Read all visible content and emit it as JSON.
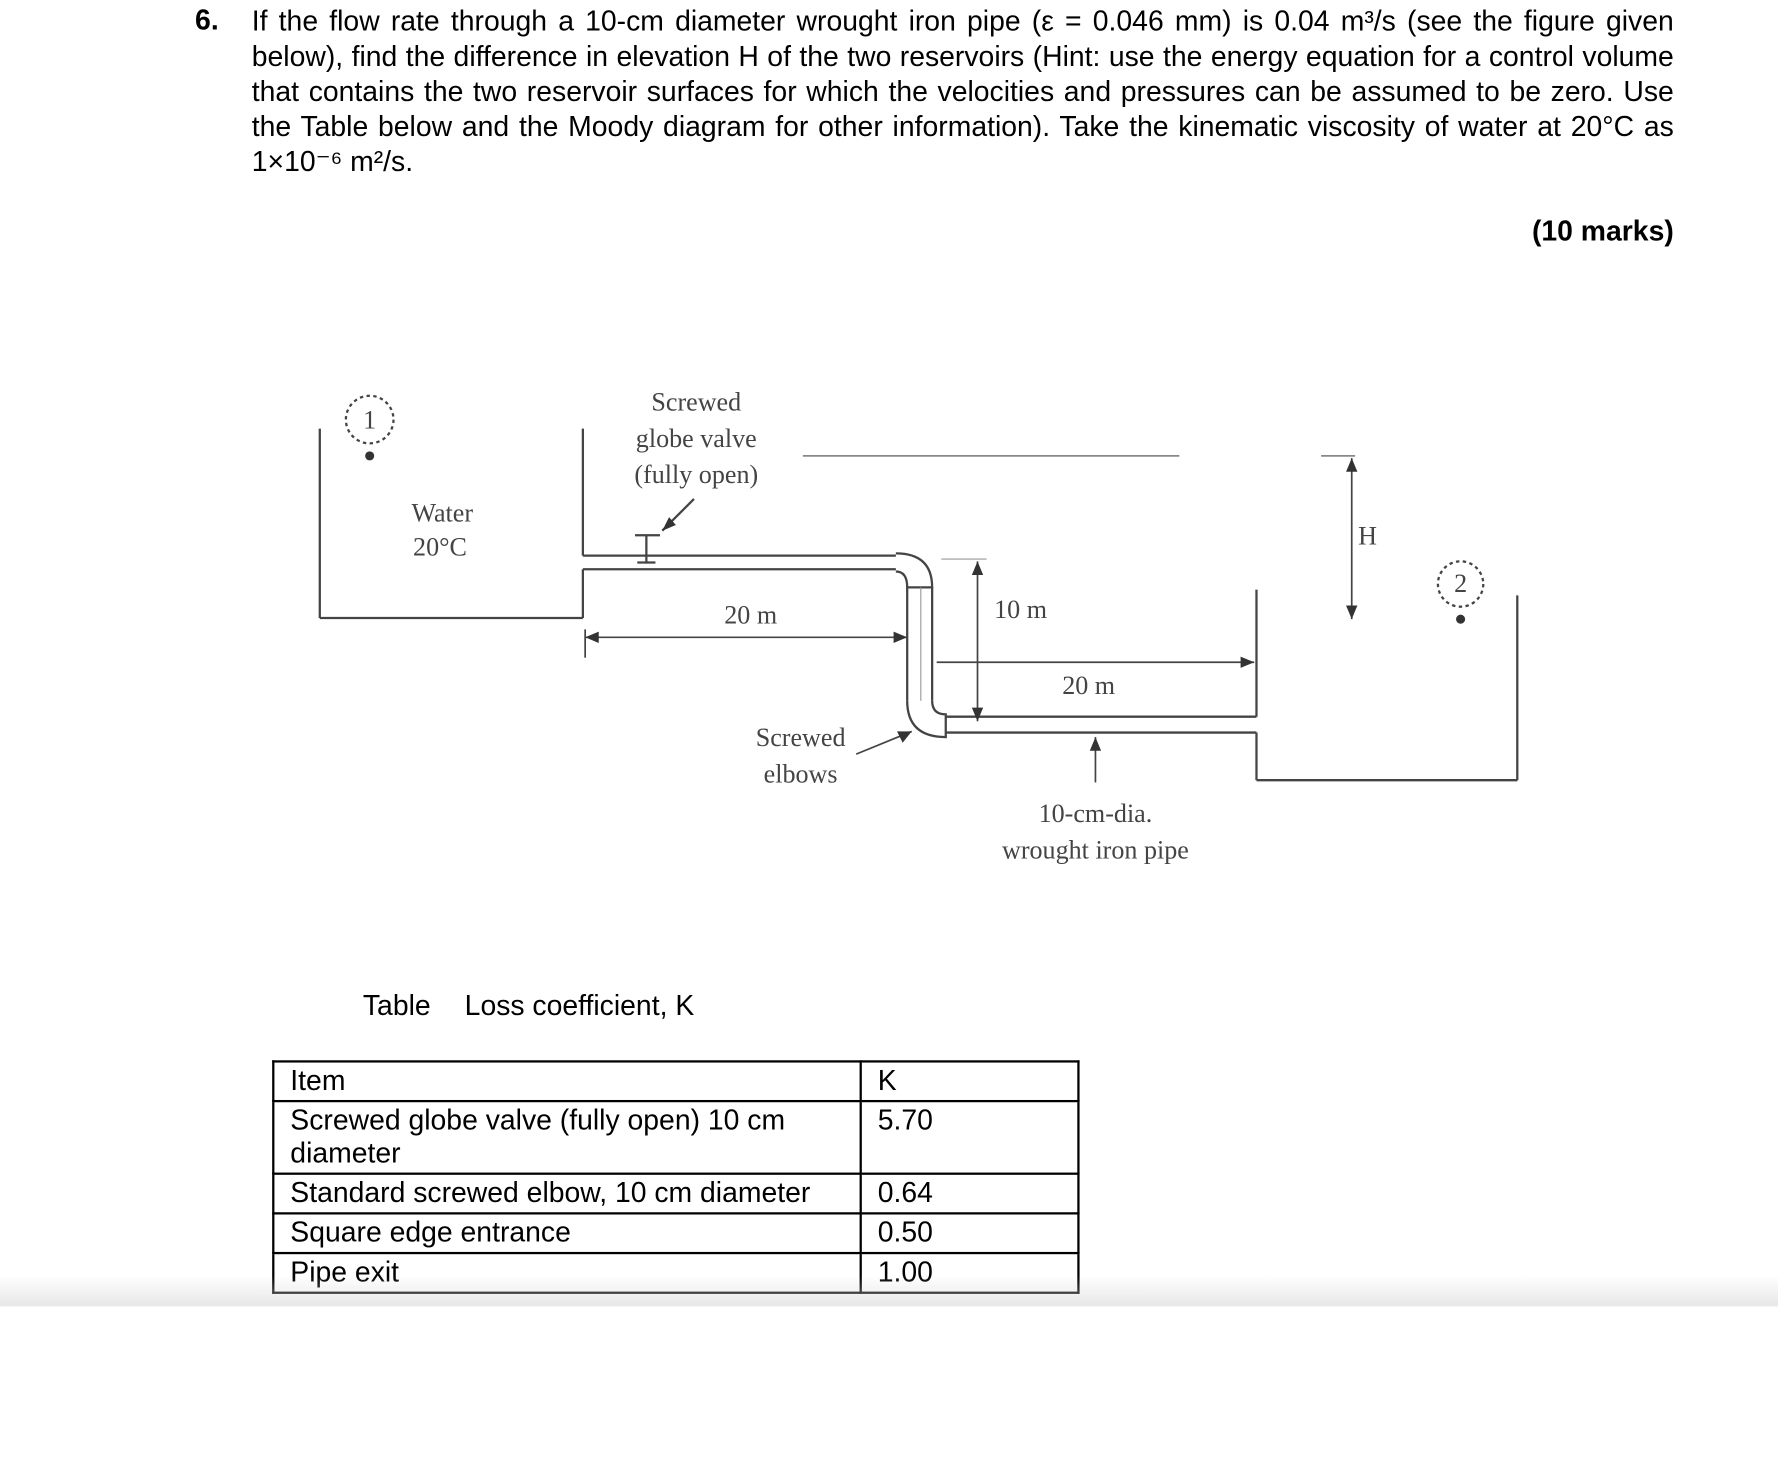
{
  "question": {
    "number": "6.",
    "text": "If the flow rate through a 10-cm diameter wrought iron pipe (ε = 0.046 mm) is 0.04 m³/s (see the figure given below), find the difference in elevation H of the two reservoirs (Hint: use the energy equation for a control volume that contains the two reservoir surfaces for which the velocities and pressures can be assumed to be zero. Use the Table below and the Moody diagram for other information). Take the kinematic viscosity of water at 20°C as 1×10⁻⁶ m²/s.",
    "marks": "(10 marks)"
  },
  "figure": {
    "point1": "1",
    "point2": "2",
    "water_label": "Water",
    "temperature_label": "20°C",
    "valve_label": [
      "Screwed",
      "globe valve",
      "(fully open)"
    ],
    "length_1": "20 m",
    "height": "10 m",
    "length_2": "20 m",
    "elbow_label": [
      "Screwed",
      "elbows"
    ],
    "pipe_label": [
      "10-cm-dia.",
      "wrought iron pipe"
    ],
    "H_label": "H"
  },
  "table": {
    "caption_prefix": "Table",
    "caption_title": "Loss coefficient, K",
    "headers": [
      "Item",
      "K"
    ],
    "rows": [
      {
        "item": "Screwed globe valve (fully open) 10 cm diameter",
        "k": "5.70"
      },
      {
        "item": "Standard screwed elbow, 10 cm diameter",
        "k": "0.64"
      },
      {
        "item": "Square edge entrance",
        "k": "0.50"
      },
      {
        "item": "Pipe exit",
        "k": "1.00"
      }
    ]
  }
}
